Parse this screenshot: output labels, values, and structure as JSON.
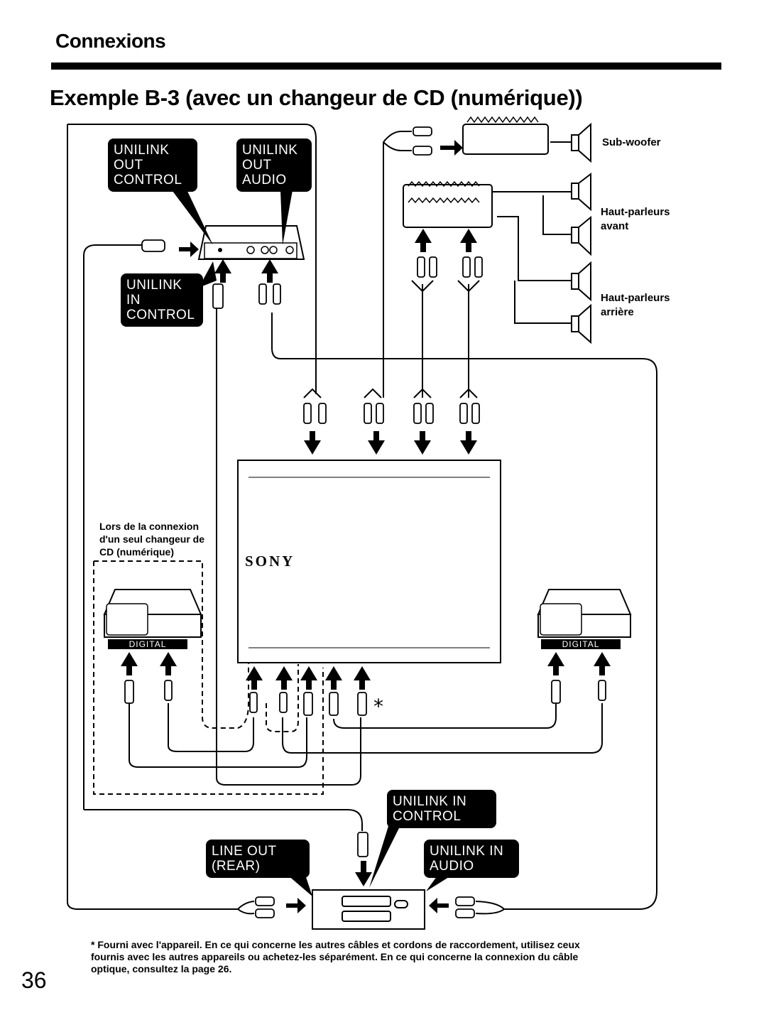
{
  "header": {
    "section_title": "Connexions",
    "example_title": "Exemple B-3 (avec un changeur de CD (numérique))"
  },
  "labels": {
    "unilink_out_control": "UNILINK OUT CONTROL",
    "unilink_out_audio": "UNILINK OUT AUDIO",
    "unilink_in_control_top": "UNILINK IN CONTROL",
    "unilink_in_control_bottom": "UNILINK IN CONTROL",
    "unilink_in_audio": "UNILINK IN AUDIO",
    "line_out_rear": "LINE OUT (REAR)"
  },
  "speakers": {
    "subwoofer": "Sub-woofer",
    "front_line1": "Haut-parleurs",
    "front_line2": "avant",
    "rear_line1": "Haut-parleurs",
    "rear_line2": "arrière"
  },
  "note": {
    "line1": "Lors de la connexion",
    "line2": "d'un seul changeur de",
    "line3": "CD (numérique)"
  },
  "devices": {
    "brand": "SONY",
    "digital_left": "DIGITAL",
    "digital_right": "DIGITAL",
    "asterisk": "*"
  },
  "footnote": {
    "line1": "* Fourni avec l'appareil. En ce qui concerne les autres câbles et cordons de raccordement, utilisez ceux",
    "line2": "fournis avec les autres appareils ou achetez-les séparément. En ce qui concerne la connexion du câble",
    "line3": "optique, consultez la page 26."
  },
  "page": {
    "number": "36"
  }
}
